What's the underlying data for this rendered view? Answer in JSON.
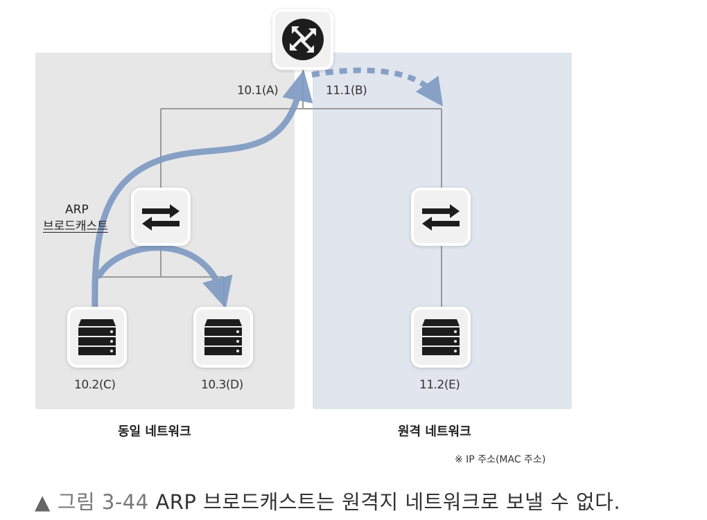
{
  "networks": {
    "same": "동일 네트워크",
    "remote": "원격 네트워크"
  },
  "router": {
    "icon": "router-icon",
    "iface_a": "10.1(A)",
    "iface_b": "11.1(B)"
  },
  "switches": [
    {
      "icon": "switch-icon"
    },
    {
      "icon": "switch-icon"
    }
  ],
  "hosts": [
    {
      "icon": "server-icon",
      "label": "10.2(C)"
    },
    {
      "icon": "server-icon",
      "label": "10.3(D)"
    },
    {
      "icon": "server-icon",
      "label": "11.2(E)"
    }
  ],
  "arp": {
    "line1": "ARP",
    "line2": "브로드캐스트"
  },
  "note": "※ IP 주소(MAC 주소)",
  "caption": {
    "marker": "▲",
    "figure": "그림 3-44",
    "text": "ARP 브로드캐스트는 원격지 네트워크로 보낼 수 없다."
  },
  "colors": {
    "same_bg": "#e7e7e8",
    "remote_bg": "#e0e5ee",
    "arrow": "#7f9bc3",
    "wire": "#9a9a9a"
  }
}
